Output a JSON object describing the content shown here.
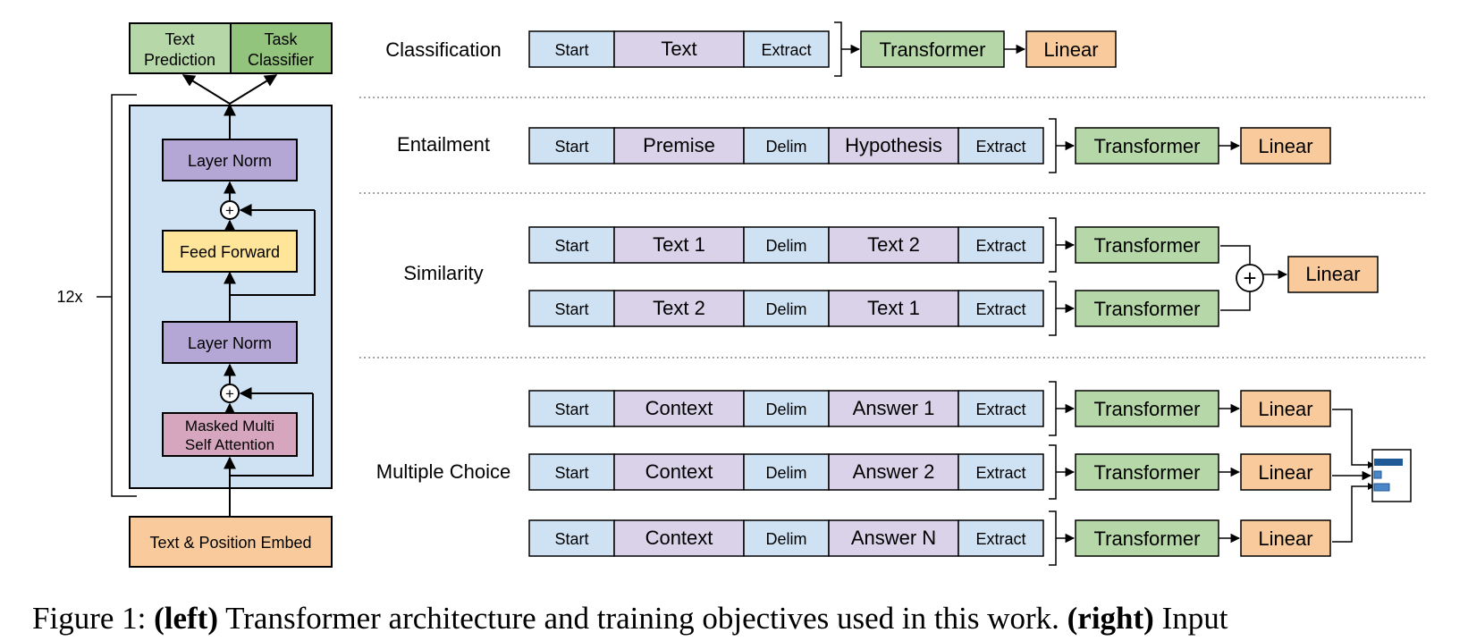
{
  "left": {
    "head_text_prediction": [
      "Text",
      "Prediction"
    ],
    "head_task_classifier": [
      "Task",
      "Classifier"
    ],
    "layer_norm_top": "Layer Norm",
    "feed_forward": "Feed Forward",
    "layer_norm_bottom": "Layer Norm",
    "attention": [
      "Masked Multi",
      "Self Attention"
    ],
    "embed": "Text & Position Embed",
    "repeat": "12x",
    "plus_symbol": "+"
  },
  "tasks": {
    "classification": "Classification",
    "entailment": "Entailment",
    "similarity": "Similarity",
    "multiple_choice": "Multiple Choice"
  },
  "tokens": {
    "start": "Start",
    "extract": "Extract",
    "delim": "Delim",
    "text": "Text",
    "premise": "Premise",
    "hypothesis": "Hypothesis",
    "text1": "Text 1",
    "text2": "Text 2",
    "context": "Context",
    "answer1": "Answer 1",
    "answer2": "Answer 2",
    "answerN": "Answer N"
  },
  "blocks": {
    "transformer": "Transformer",
    "linear": "Linear"
  },
  "caption": {
    "prefix": "Figure 1: ",
    "left_label": "(left)",
    "mid": " Transformer architecture and training objectives used in this work. ",
    "right_label": "(right)",
    "suffix": " Input"
  },
  "colors": {
    "blue": "#cfe2f3",
    "purple": "#d9d2e9",
    "green": "#b6d7a8",
    "green_dark": "#93c47d",
    "orange": "#f9cb9c",
    "yellow": "#ffe599",
    "violet": "#b4a7d6",
    "pink": "#d5a6bd",
    "bar": "#1f5a96"
  }
}
